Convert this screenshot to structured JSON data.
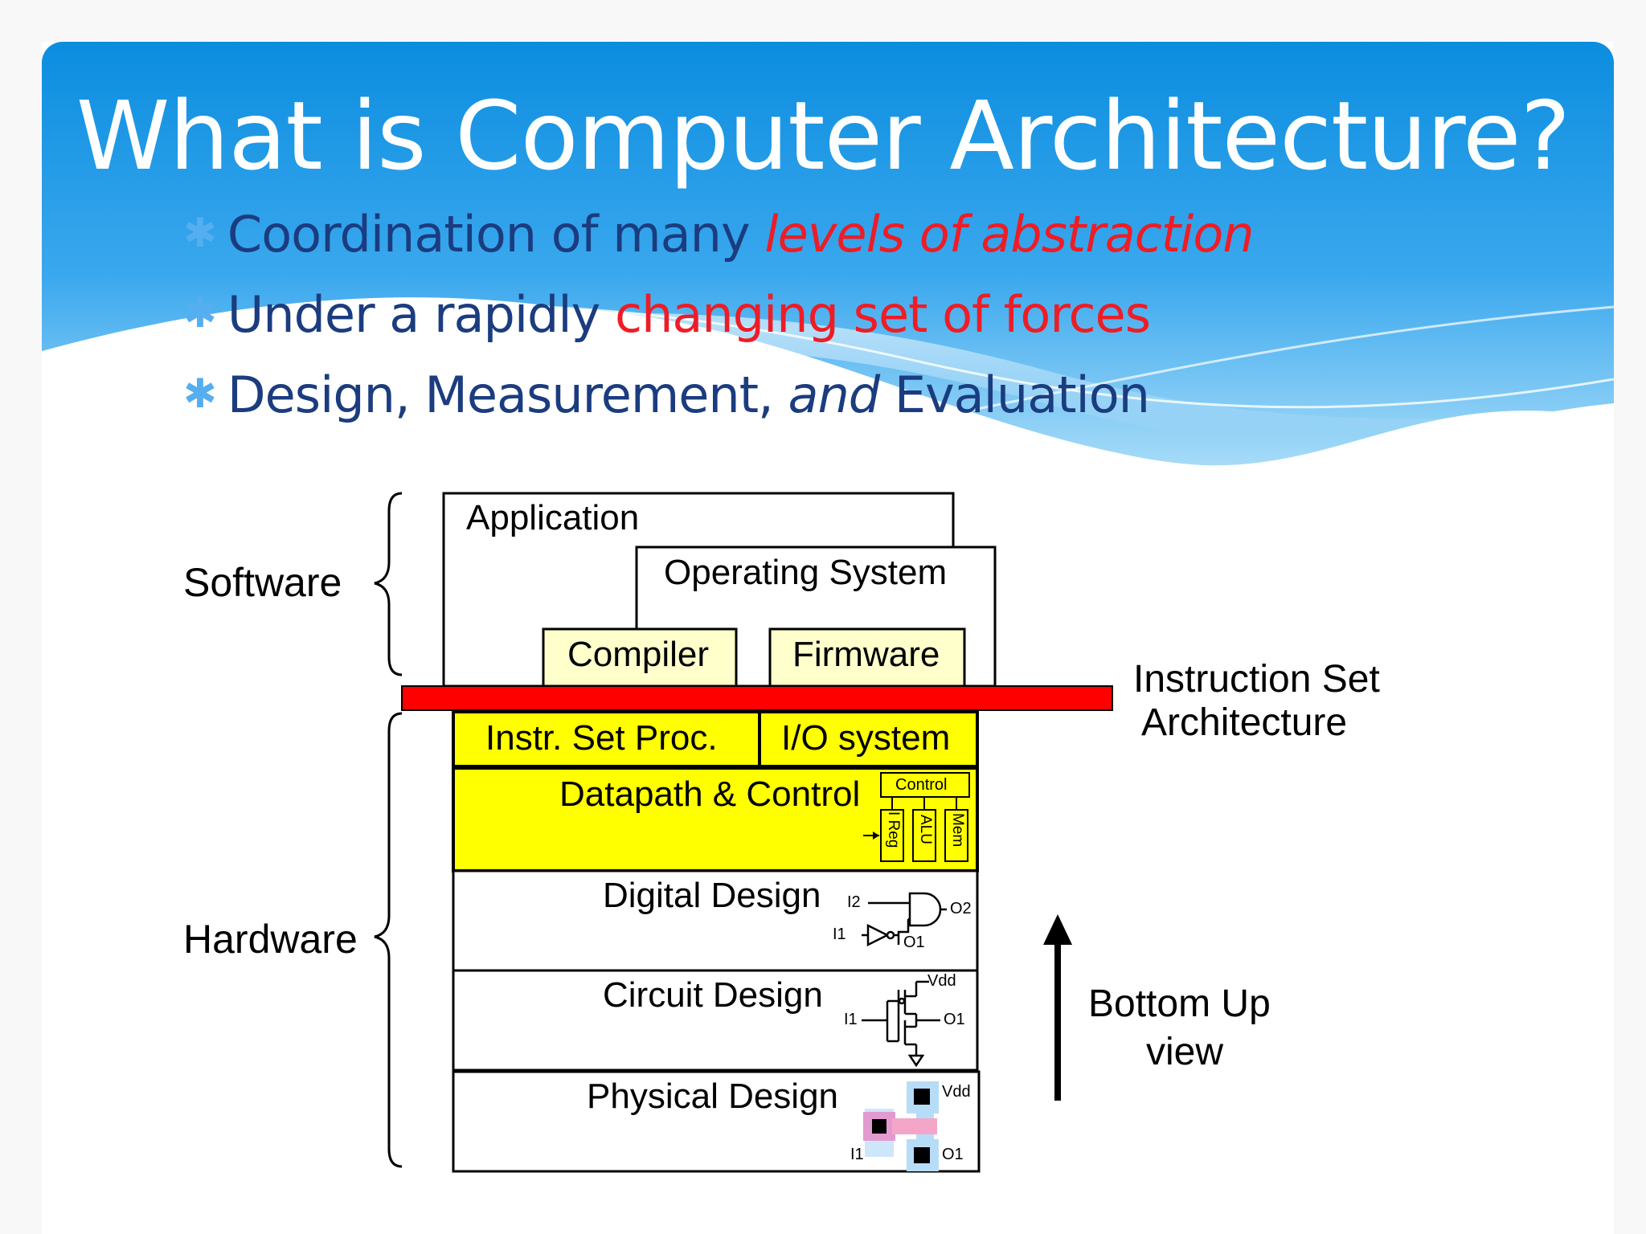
{
  "slide": {
    "title": "What is Computer Architecture?",
    "bullets": [
      {
        "icon": "asterisk-bullet-icon",
        "text": "Coordination of many ",
        "highlight": "levels of abstraction"
      },
      {
        "icon": "asterisk-bullet-icon",
        "text": "Under a rapidly ",
        "highlight": "changing set of forces"
      },
      {
        "icon": "asterisk-bullet-icon",
        "before": "Design, Measurement, ",
        "italic": "and",
        "after": " Evaluation"
      }
    ],
    "colors": {
      "header_blue": "#0d8fe0",
      "bullet_text": "#1b3c7f",
      "highlight": "#ee1c25",
      "isa_bar": "#ff0000",
      "hardware_yellow": "#ffff00",
      "software_pale": "#ffffcc"
    }
  },
  "diagram": {
    "software_label": "Software",
    "hardware_label": "Hardware",
    "layers": {
      "application": "Application",
      "operating_system": "Operating System",
      "compiler": "Compiler",
      "firmware": "Firmware",
      "isa": "Instruction Set Architecture",
      "isa_line1": "Instruction Set",
      "isa_line2": "Architecture",
      "instr_set_proc": "Instr. Set Proc.",
      "io_system": "I/O system",
      "datapath_control": "Datapath & Control",
      "digital_design": "Digital Design",
      "circuit_design": "Circuit Design",
      "physical_design": "Physical Design"
    },
    "datapath_icon": {
      "control": "Control",
      "ireg": "I Reg",
      "alu": "ALU",
      "mem": "Mem"
    },
    "digital_icon": {
      "i2": "I2",
      "o2": "O2",
      "i1": "I1",
      "o1": "O1"
    },
    "circuit_icon": {
      "vdd": "Vdd",
      "i1": "I1",
      "o1": "O1"
    },
    "physical_icon": {
      "vdd": "Vdd",
      "i1": "I1",
      "o1": "O1"
    },
    "arrow": {
      "line1": "Bottom Up",
      "line2": "view"
    }
  }
}
